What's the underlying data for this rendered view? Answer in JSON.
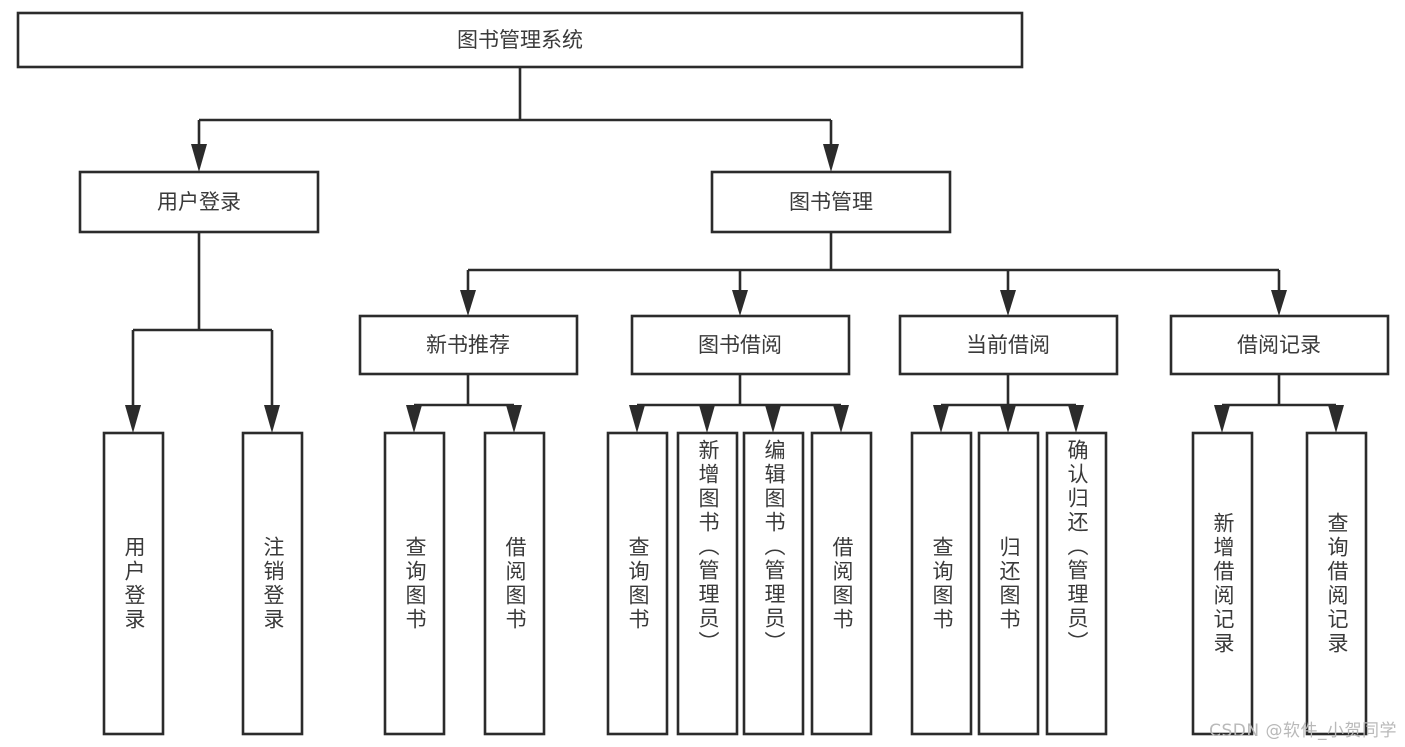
{
  "diagram": {
    "type": "tree-hierarchy-chart",
    "title": "图书管理系统",
    "orientation": "top-down",
    "colors": {
      "box_stroke": "#2b2b2b",
      "box_fill": "#ffffff",
      "text": "#3a3a3a",
      "connector": "#2b2b2b",
      "watermark": "#b9b9b9",
      "background": "#ffffff"
    },
    "root": {
      "label": "图书管理系统"
    },
    "level2": [
      {
        "label": "用户登录"
      },
      {
        "label": "图书管理"
      }
    ],
    "level3": [
      {
        "label": "新书推荐"
      },
      {
        "label": "图书借阅"
      },
      {
        "label": "当前借阅"
      },
      {
        "label": "借阅记录"
      }
    ],
    "leaves": {
      "user_login": [
        {
          "label": "用户登录"
        },
        {
          "label": "注销登录"
        }
      ],
      "new_book_recommend": [
        {
          "label": "查询图书"
        },
        {
          "label": "借阅图书"
        }
      ],
      "book_borrow": [
        {
          "label": "查询图书"
        },
        {
          "label": "新增图书（管理员）"
        },
        {
          "label": "编辑图书（管理员）"
        },
        {
          "label": "借阅图书"
        }
      ],
      "current_borrow": [
        {
          "label": "查询图书"
        },
        {
          "label": "归还图书"
        },
        {
          "label": "确认归还（管理员）"
        }
      ],
      "borrow_record": [
        {
          "label": "新增借阅记录"
        },
        {
          "label": "查询借阅记录"
        }
      ]
    }
  },
  "watermark": {
    "text": "CSDN @软件_小贺同学"
  }
}
